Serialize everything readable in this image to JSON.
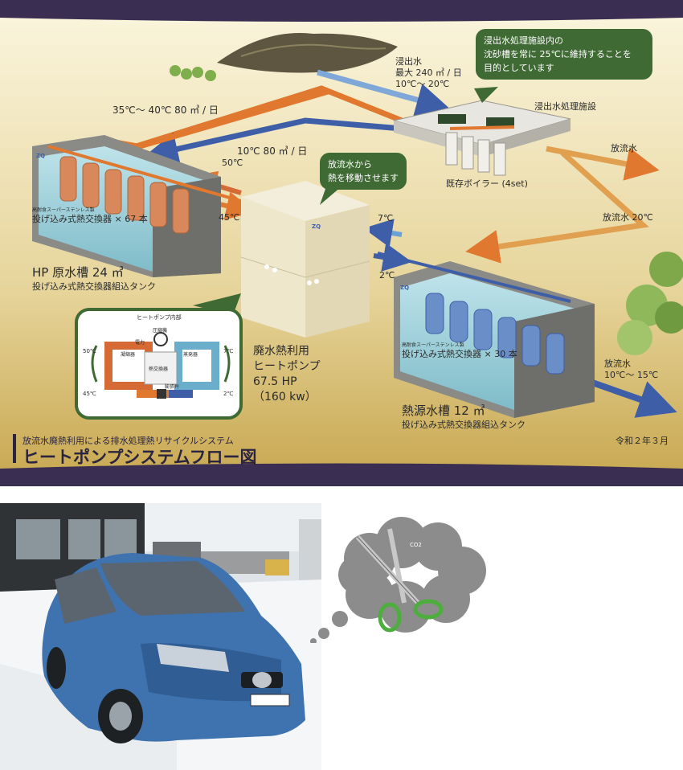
{
  "poster": {
    "subtitle": "放流水廃熱利用による排水処理熱リサイクルシステム",
    "title": "ヒートポンプシステムフロー図",
    "date": "令和２年３月",
    "bubble_top": [
      "浸出水処理施設内の",
      "沈砂槽を常に 25℃に維持することを",
      "目的としています"
    ],
    "bubble_mid": [
      "放流水から",
      "熱を移動させます"
    ],
    "leachate": [
      "浸出水",
      "最大 240 ㎥ / 日",
      "10℃～ 20℃"
    ],
    "facility": "浸出水処理施設",
    "flow_hot": "35℃～ 40℃ 80 ㎥ / 日",
    "flow_cold": "10℃ 80 ㎥ / 日",
    "boiler": "既存ボイラー (4set)",
    "discharge": "放流水",
    "discharge_20": "放流水 20℃",
    "t50": "50℃",
    "t45": "45℃",
    "t7": "7℃",
    "t2": "2℃",
    "hp_tank_hx_sub": "高耐食スーパーステンレス製",
    "hp_tank_hx": "投げ込み式熱交換器 × 67 本",
    "hp_tank_name": "HP 原水槽 24 ㎥",
    "hp_tank_desc": "投げ込み式熱交換器組込タンク",
    "heat_pump_lines": [
      "廃水熱利用",
      "ヒートポンプ",
      "67.5 HP",
      "（160 kw）"
    ],
    "src_tank_hx_sub": "高耐食スーパーステンレス製",
    "src_tank_hx": "投げ込み式熱交換器 × 30 本",
    "src_tank_name": "熱源水槽 12 ㎥",
    "src_tank_desc": "投げ込み式熱交換器組込タンク",
    "discharge_out": [
      "放流水",
      "10℃～ 15℃"
    ],
    "inset": {
      "title": "ヒートポンプ内部",
      "compressor": "圧縮機",
      "power": "電力",
      "condenser": "凝縮器",
      "evaporator": "蒸発器",
      "hx": "熱交換器",
      "valve": "膨張弁",
      "t50": "50℃",
      "t45": "45℃",
      "t7": "7℃",
      "t2": "2℃"
    },
    "logo": "ZQ"
  },
  "cloud": {
    "label": "CO2"
  },
  "colors": {
    "header": "#3a2f52",
    "accent_green": "#3f6a34",
    "hot": "#d66a35",
    "cold": "#3e5fa8"
  }
}
